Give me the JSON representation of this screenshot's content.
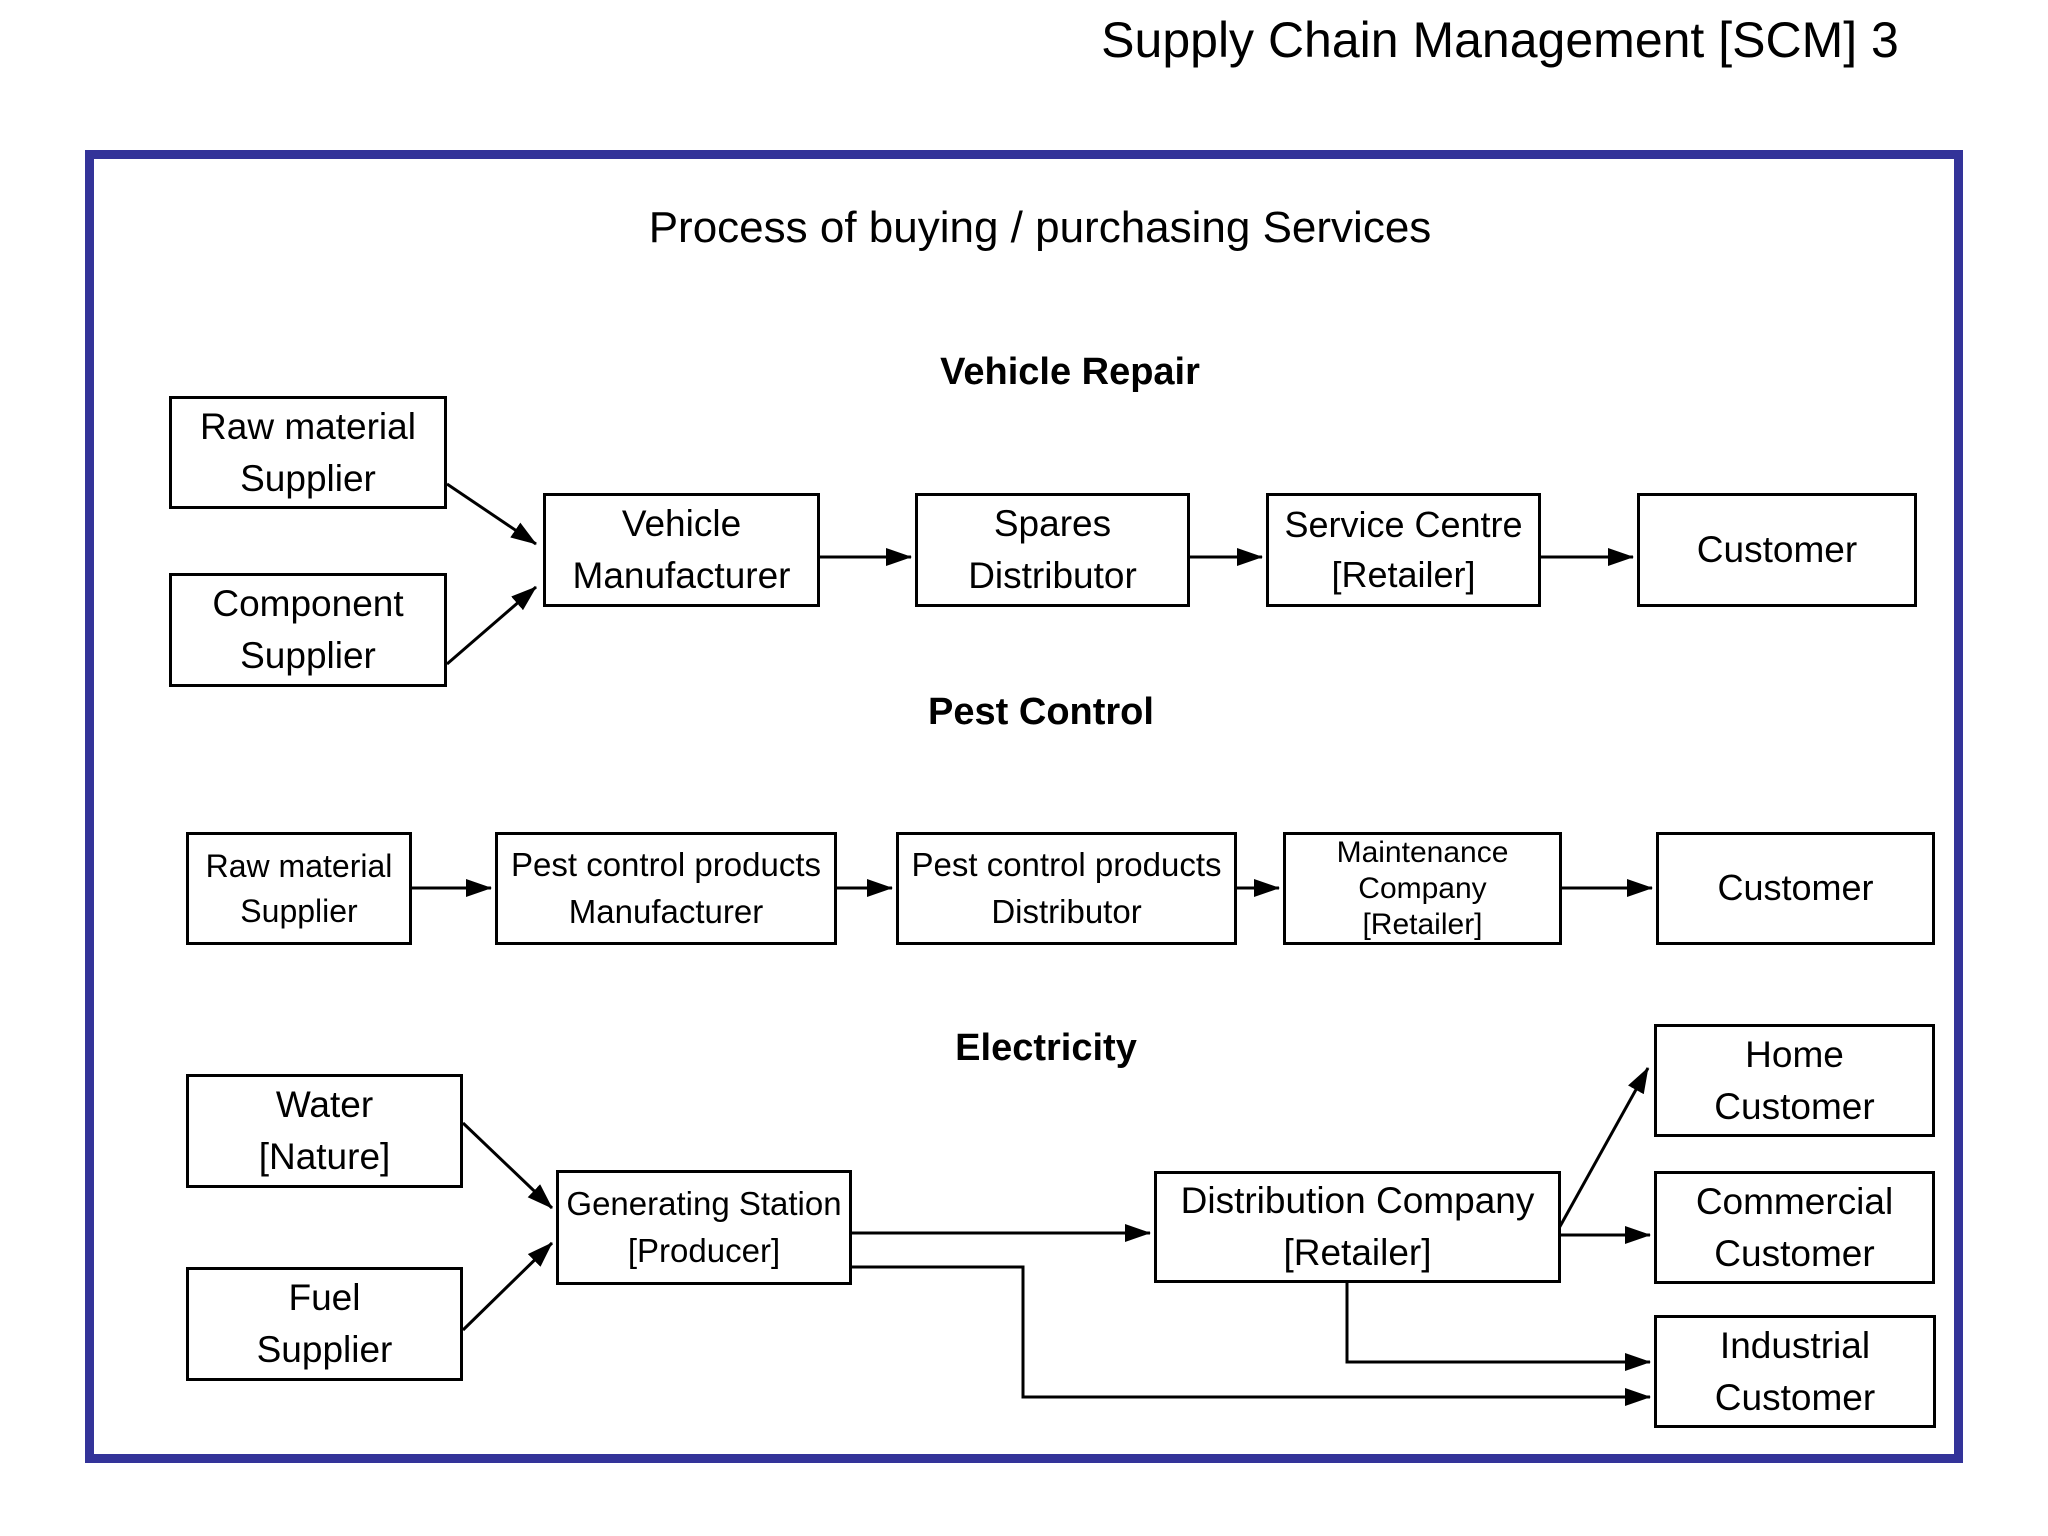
{
  "page": {
    "title": "Supply Chain Management [SCM] 3"
  },
  "diagram": {
    "title": "Process of buying / purchasing Services",
    "colors": {
      "frame_border": "#333399",
      "box_border": "#000000",
      "text": "#000000",
      "background": "#ffffff"
    },
    "sections": {
      "vehicle_repair": {
        "heading": "Vehicle Repair"
      },
      "pest_control": {
        "heading": "Pest Control"
      },
      "electricity": {
        "heading": "Electricity"
      }
    },
    "nodes": {
      "vr_raw": {
        "label": "Raw material\nSupplier"
      },
      "vr_comp": {
        "label": "Component\nSupplier"
      },
      "vr_manu": {
        "label": "Vehicle\nManufacturer"
      },
      "vr_spares": {
        "label": "Spares\nDistributor"
      },
      "vr_service": {
        "label": "Service Centre\n[Retailer]"
      },
      "vr_customer": {
        "label": "Customer"
      },
      "pc_raw": {
        "label": "Raw material\nSupplier"
      },
      "pc_manu": {
        "label": "Pest control products\nManufacturer"
      },
      "pc_dist": {
        "label": "Pest control products\nDistributor"
      },
      "pc_maint": {
        "label": "Maintenance\nCompany\n[Retailer]"
      },
      "pc_customer": {
        "label": "Customer"
      },
      "el_water": {
        "label": "Water\n[Nature]"
      },
      "el_fuel": {
        "label": "Fuel\nSupplier"
      },
      "el_gen": {
        "label": "Generating Station\n[Producer]"
      },
      "el_dist": {
        "label": "Distribution Company\n[Retailer]"
      },
      "el_home": {
        "label": "Home\nCustomer"
      },
      "el_comm": {
        "label": "Commercial\nCustomer"
      },
      "el_ind": {
        "label": "Industrial\nCustomer"
      }
    }
  }
}
